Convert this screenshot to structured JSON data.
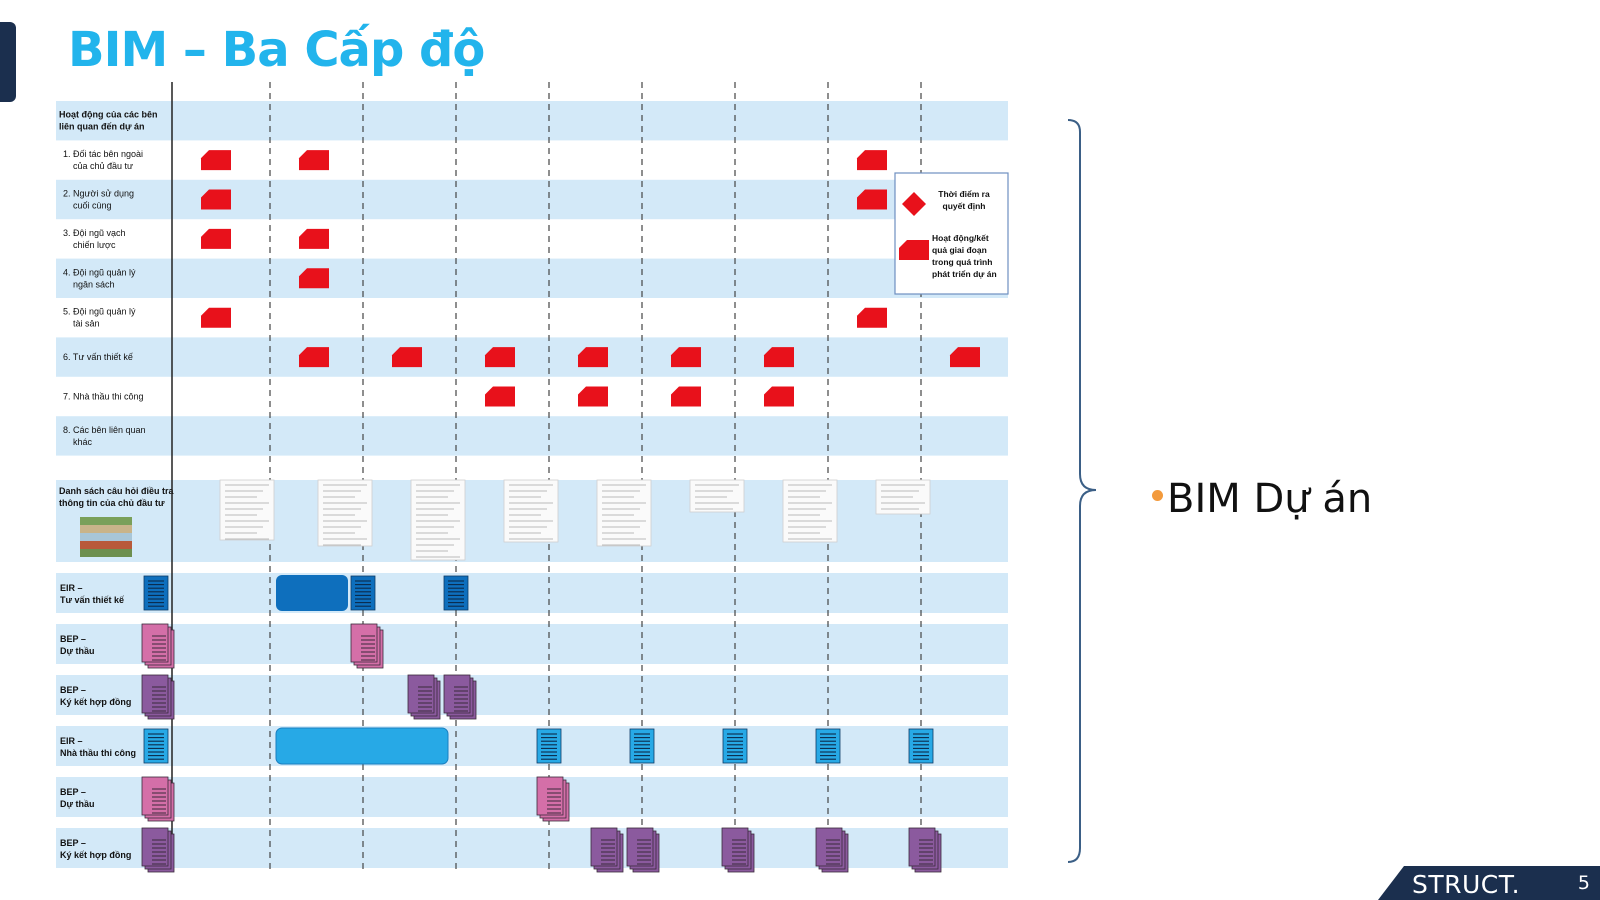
{
  "slide": {
    "title": "BIM – Ba Cấp độ",
    "bullet": "BIM Dự án",
    "footer_brand": "STRUCT.",
    "page_number": "5"
  },
  "colors": {
    "title": "#22b4ec",
    "band": "#d3e9f8",
    "activity": "#e8111b",
    "eir_design": "#0e6fbd",
    "eir_construction": "#27a9e6",
    "bep_tender": "#d46fa8",
    "bep_contract": "#8b5a9e",
    "bullet_dot": "#f39a3c",
    "footer": "#1b2f4e"
  },
  "diagram": {
    "stages": 9,
    "rows": [
      {
        "lines": [
          "Hoạt động của các bên",
          "liên quan đến dự án"
        ],
        "bold": true,
        "band": true,
        "activity_stages": []
      },
      {
        "lines": [
          "1. Đối tác bên ngoài",
          "của chủ đầu tư"
        ],
        "bold": false,
        "band": false,
        "activity_stages": [
          0,
          1,
          7
        ]
      },
      {
        "lines": [
          "2. Người sử dụng",
          "cuối cùng"
        ],
        "bold": false,
        "band": true,
        "activity_stages": [
          0,
          7
        ]
      },
      {
        "lines": [
          "3. Đội ngũ vạch",
          "chiến lược"
        ],
        "bold": false,
        "band": false,
        "activity_stages": [
          0,
          1
        ]
      },
      {
        "lines": [
          "4. Đội ngũ quản lý",
          "ngân sách"
        ],
        "bold": false,
        "band": true,
        "activity_stages": [
          1
        ]
      },
      {
        "lines": [
          "5. Đội ngũ quản lý",
          "tài sản"
        ],
        "bold": false,
        "band": false,
        "activity_stages": [
          0,
          7
        ]
      },
      {
        "lines": [
          "6. Tư vấn thiết kế"
        ],
        "bold": false,
        "band": true,
        "activity_stages": [
          1,
          2,
          3,
          4,
          5,
          6,
          8
        ]
      },
      {
        "lines": [
          "7. Nhà thầu thi công"
        ],
        "bold": false,
        "band": false,
        "activity_stages": [
          3,
          4,
          5,
          6
        ]
      },
      {
        "lines": [
          "8. Các bên liên quan",
          "khác"
        ],
        "bold": false,
        "band": true,
        "activity_stages": []
      }
    ],
    "questionnaire_label": [
      "Danh sách câu hỏi điều tra",
      "thông tin của chủ đầu tư"
    ],
    "questionnaire_doc_stages": [
      0,
      1,
      2,
      3,
      4,
      5,
      6,
      7
    ],
    "doc_rows": [
      {
        "lines": [
          "EIR –",
          "Tư vấn thiết kế"
        ],
        "doc": "eir_design"
      },
      {
        "lines": [
          "BEP –",
          "Dự thầu"
        ],
        "doc": "bep_tender"
      },
      {
        "lines": [
          "BEP –",
          "Ký kết hợp đồng"
        ],
        "doc": "bep_contract"
      },
      {
        "lines": [
          "EIR –",
          "Nhà thầu thi công"
        ],
        "doc": "eir_construction"
      },
      {
        "lines": [
          "BEP –",
          "Dự thầu"
        ],
        "doc": "bep_tender"
      },
      {
        "lines": [
          "BEP –",
          "Ký kết hợp đồng"
        ],
        "doc": "bep_contract"
      }
    ],
    "legend": {
      "decision": [
        "Thời điểm ra",
        "quyết định"
      ],
      "activity": [
        "Hoạt động/kết",
        "quả giai đoạn",
        "trong quá trình",
        "phát triển dự án"
      ]
    }
  }
}
